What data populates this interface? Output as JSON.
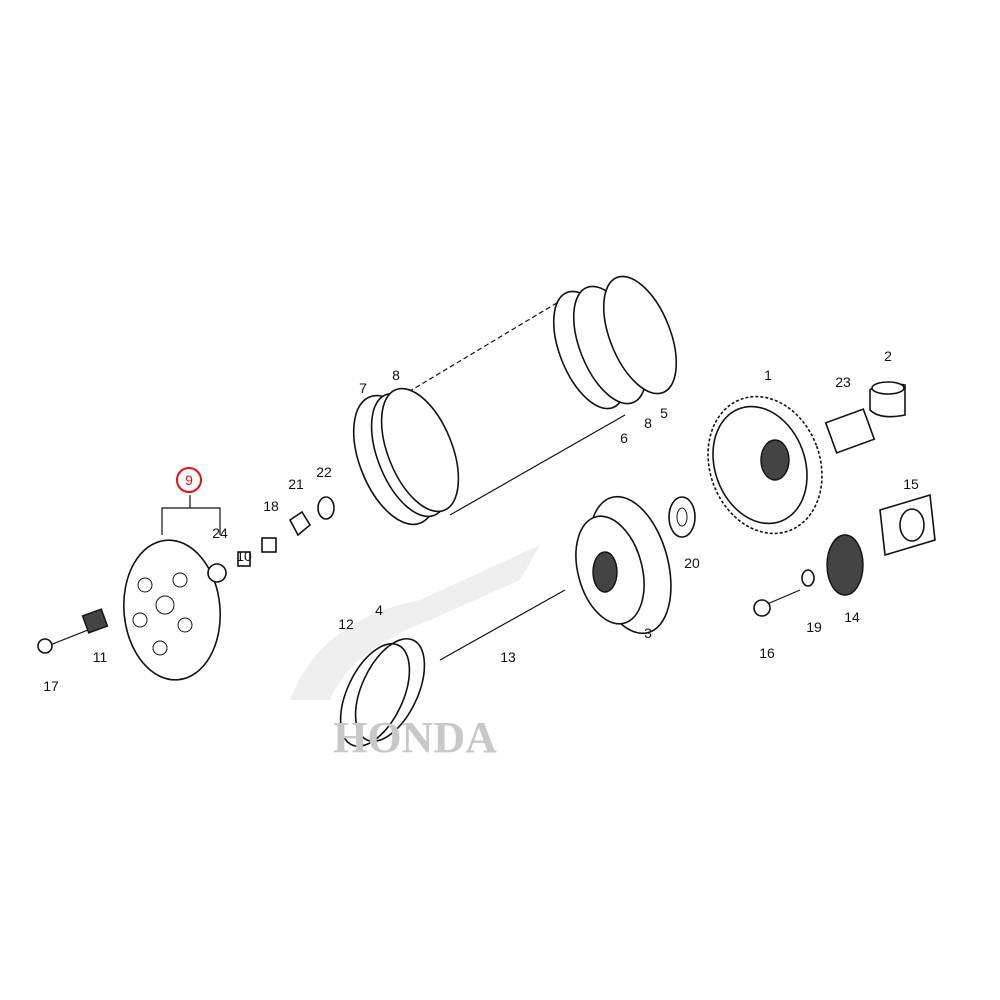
{
  "watermark": {
    "text": "HONDA",
    "color": "#c8c8c8"
  },
  "highlight": {
    "label": "9",
    "color": "#e01010"
  },
  "callouts": [
    "1",
    "2",
    "3",
    "4",
    "5",
    "6",
    "7",
    "8",
    "8",
    "9",
    "10",
    "11",
    "12",
    "13",
    "14",
    "15",
    "16",
    "17",
    "18",
    "19",
    "20",
    "21",
    "22",
    "23",
    "24"
  ]
}
